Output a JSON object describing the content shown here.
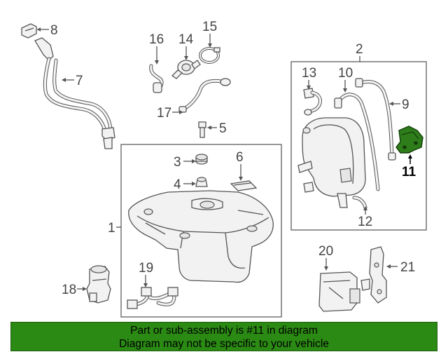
{
  "callouts": [
    {
      "id": "1",
      "label": "1"
    },
    {
      "id": "2",
      "label": "2"
    },
    {
      "id": "3",
      "label": "3"
    },
    {
      "id": "4",
      "label": "4"
    },
    {
      "id": "5",
      "label": "5"
    },
    {
      "id": "6",
      "label": "6"
    },
    {
      "id": "7",
      "label": "7"
    },
    {
      "id": "8",
      "label": "8"
    },
    {
      "id": "9",
      "label": "9"
    },
    {
      "id": "10",
      "label": "10"
    },
    {
      "id": "11",
      "label": "11",
      "highlighted": true
    },
    {
      "id": "12",
      "label": "12"
    },
    {
      "id": "13",
      "label": "13"
    },
    {
      "id": "14",
      "label": "14"
    },
    {
      "id": "15",
      "label": "15"
    },
    {
      "id": "16",
      "label": "16"
    },
    {
      "id": "17",
      "label": "17"
    },
    {
      "id": "18",
      "label": "18"
    },
    {
      "id": "19",
      "label": "19"
    },
    {
      "id": "20",
      "label": "20"
    },
    {
      "id": "21",
      "label": "21"
    }
  ],
  "banner": {
    "line1": "Part or sub-assembly is #11 in diagram",
    "line2": "Diagram may not be specific to your vehicle"
  },
  "colors": {
    "banner_bg": "#2b8a14",
    "highlight_part": "#2e7d1a",
    "line_art": "#555555"
  }
}
